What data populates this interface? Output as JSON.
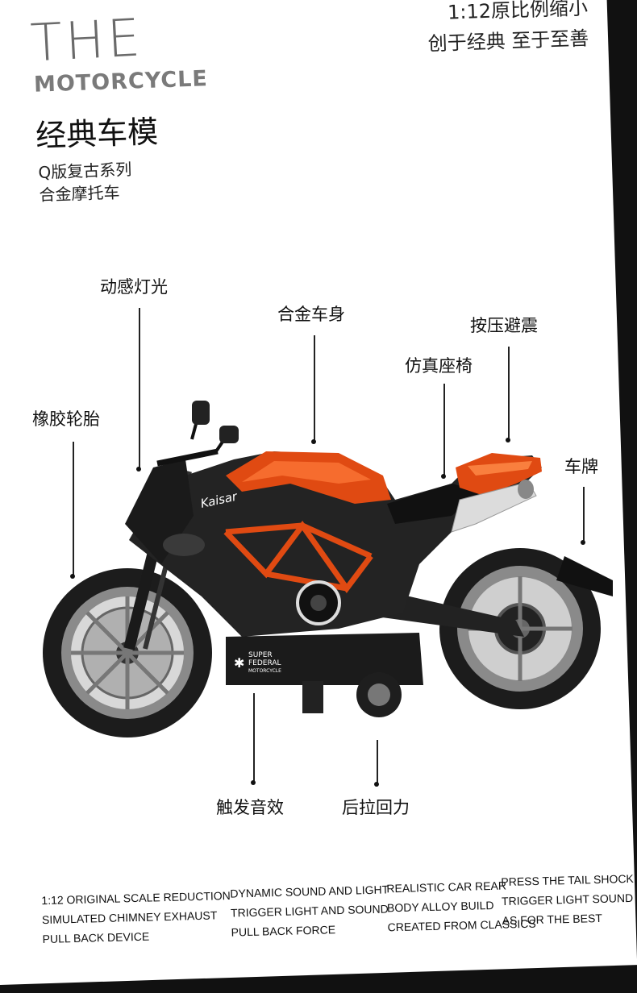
{
  "header": {
    "the": "THE",
    "motorcycle": "MOTORCYCLE",
    "title_cn": "经典车模",
    "subtitle_line1": "Q版复古系列",
    "subtitle_line2": "合金摩托车",
    "top_right_line1": "1:12原比例缩小",
    "top_right_line2": "创于经典 至于至善"
  },
  "callouts": {
    "lights": "动感灯光",
    "body": "合金车身",
    "suspension": "按压避震",
    "seat": "仿真座椅",
    "tires": "橡胶轮胎",
    "plate": "车牌",
    "sound": "触发音效",
    "pullback": "后拉回力"
  },
  "bike": {
    "brand_text": "Kaisar",
    "badge_text1": "SUPER",
    "badge_text2": "FEDERAL",
    "badge_text3": "MOTORCYCLE"
  },
  "features": {
    "col1": [
      "1:12 ORIGINAL SCALE REDUCTION",
      "SIMULATED CHIMNEY EXHAUST",
      "PULL BACK DEVICE"
    ],
    "col2": [
      "DYNAMIC SOUND AND LIGHT",
      "TRIGGER LIGHT AND SOUND",
      "PULL BACK FORCE"
    ],
    "col3": [
      "REALISTIC CAR REAR",
      "BODY ALLOY BUILD",
      "CREATED FROM CLASSICS"
    ],
    "col4": [
      "PRESS THE TAIL SHOCK",
      "TRIGGER LIGHT  SOUND",
      "AS FOR THE BEST"
    ]
  },
  "colors": {
    "accent": "#e04a12",
    "dark": "#1a1a1a",
    "background": "#ffffff",
    "frame": "#111111"
  }
}
